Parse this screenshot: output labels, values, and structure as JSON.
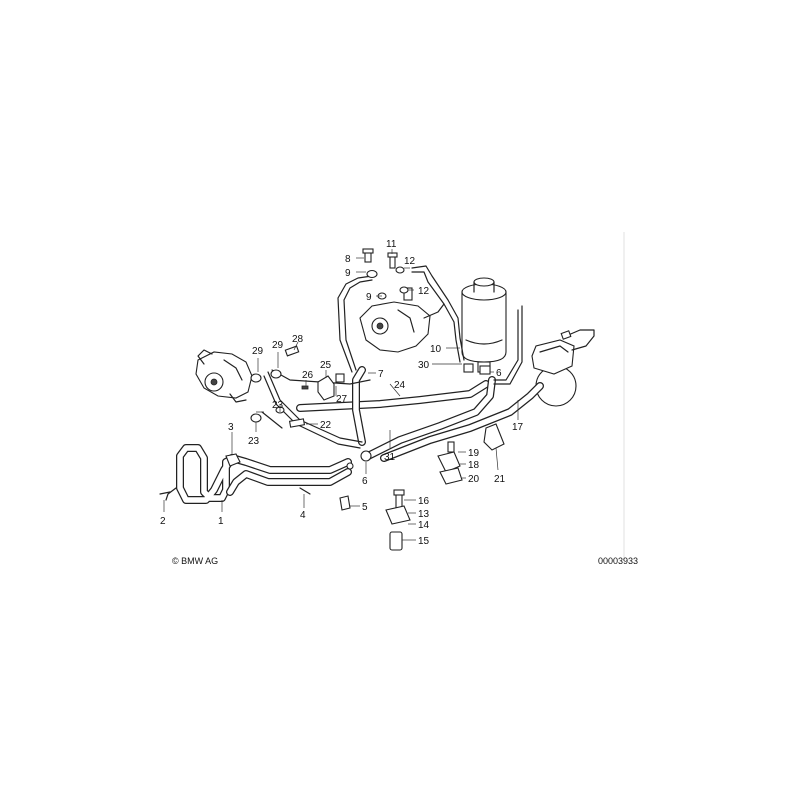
{
  "footer": {
    "copyright": "© BMW AG",
    "diagram_number": "00003933"
  },
  "callouts": {
    "p1": "1",
    "p2": "2",
    "p3": "3",
    "p4": "4",
    "p5": "5",
    "p6a": "6",
    "p6b": "6",
    "p7": "7",
    "p8": "8",
    "p9a": "9",
    "p9b": "9",
    "p10": "10",
    "p11": "11",
    "p12a": "12",
    "p12b": "12",
    "p13": "13",
    "p14": "14",
    "p15": "15",
    "p16": "16",
    "p17": "17",
    "p18": "18",
    "p19": "19",
    "p20": "20",
    "p21": "21",
    "p22": "22",
    "p23a": "23",
    "p23b": "23",
    "p24": "24",
    "p25": "25",
    "p26": "26",
    "p27": "27",
    "p28": "28",
    "p29a": "29",
    "p29b": "29",
    "p30": "30",
    "p31": "31"
  }
}
